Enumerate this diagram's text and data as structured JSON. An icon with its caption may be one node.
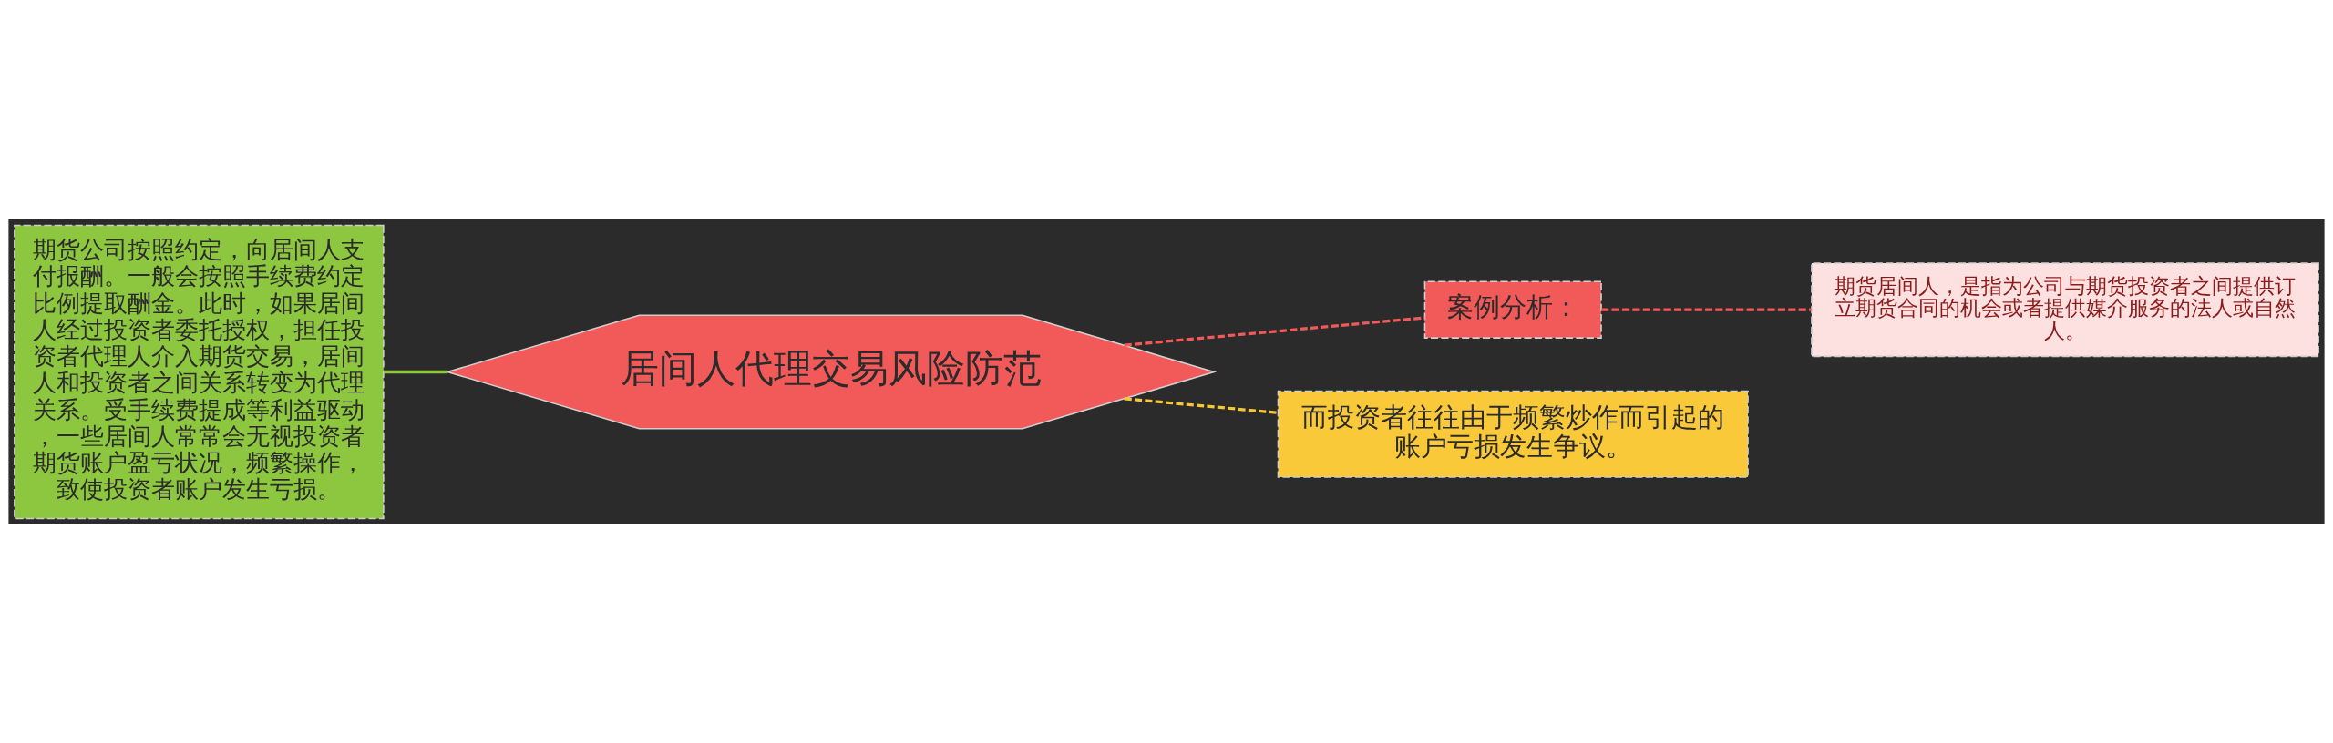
{
  "diagram": {
    "nodes": [
      {
        "text": [
          "居间人代理交易风险防范"
        ]
      },
      {
        "text": [
          "期货公司按照约定，向居间人支付报酬。一般会按照手续费约定比例提取酬金。此时，如果居间人经过投资者委托授权，担任投资者代理人介入期货交易，居间人和投资者之间关系转变为代理关系。受手续费提成等利益驱动，一些居间人常常会无视投资者期货账户盈亏状况，频繁操作，致使投资者账户发生亏损。"
        ]
      },
      {
        "text": [
          "案例分析："
        ]
      },
      {
        "text": [
          "期货居间人，是指为公司与期货投资者之间提供订立期货合同的机会或者提供媒介服务的法人或自然人。"
        ]
      },
      {
        "text": [
          "而投资者往往由于频繁炒作而引起的账户亏损发生争议。"
        ]
      }
    ],
    "edges": [
      {
        "from": 1,
        "to": 0,
        "arrow": "none",
        "color": "#8dc63f"
      },
      {
        "from": 0,
        "to": 2,
        "arrow": "none",
        "style": "dashed",
        "color": "#f25a5a"
      },
      {
        "from": 2,
        "to": 3,
        "arrow": "none",
        "style": "dashed",
        "color": "#f25a5a"
      },
      {
        "from": 0,
        "to": 4,
        "arrow": "none",
        "style": "dashed",
        "color": "#f5c83a"
      }
    ]
  }
}
